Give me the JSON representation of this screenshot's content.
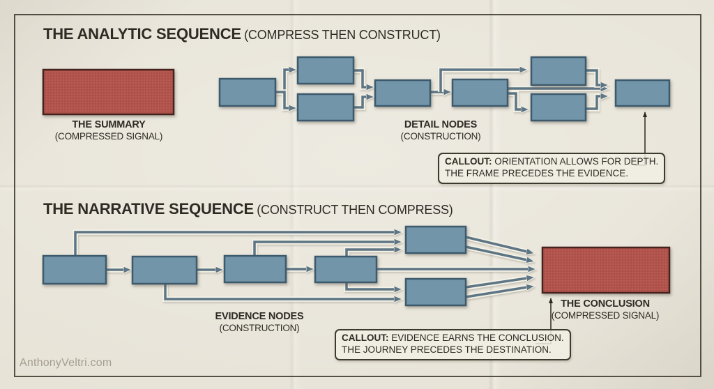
{
  "page": {
    "watermark": "AnthonyVeltri.com"
  },
  "colors": {
    "paper": "#e7e3d7",
    "node_blue": "#7295aa",
    "node_blue_border": "#3d5a6c",
    "signal_red": "#b2544e",
    "connector": "#5d7584",
    "ink": "#2e2b25"
  },
  "analytic": {
    "title": "THE ANALYTIC SEQUENCE",
    "subtitle": "(COMPRESS THEN CONSTRUCT)",
    "summary_label": "THE SUMMARY",
    "summary_sublabel": "(COMPRESSED SIGNAL)",
    "detail_label": "DETAIL NODES",
    "detail_sublabel": "(CONSTRUCTION)",
    "callout": {
      "prefix": "CALLOUT:",
      "line1": "ORIENTATION ALLOWS FOR DEPTH.",
      "line2": "THE FRAME PRECEDES THE EVIDENCE."
    }
  },
  "narrative": {
    "title": "THE NARRATIVE SEQUENCE",
    "subtitle": "(CONSTRUCT THEN COMPRESS)",
    "evidence_label": "EVIDENCE NODES",
    "evidence_sublabel": "(CONSTRUCTION)",
    "conclusion_label": "THE CONCLUSION",
    "conclusion_sublabel": "(COMPRESSED SIGNAL)",
    "callout": {
      "prefix": "CALLOUT:",
      "line1": "EVIDENCE EARNS THE CONCLUSION.",
      "line2": "THE JOURNEY PRECEDES THE DESTINATION."
    }
  }
}
